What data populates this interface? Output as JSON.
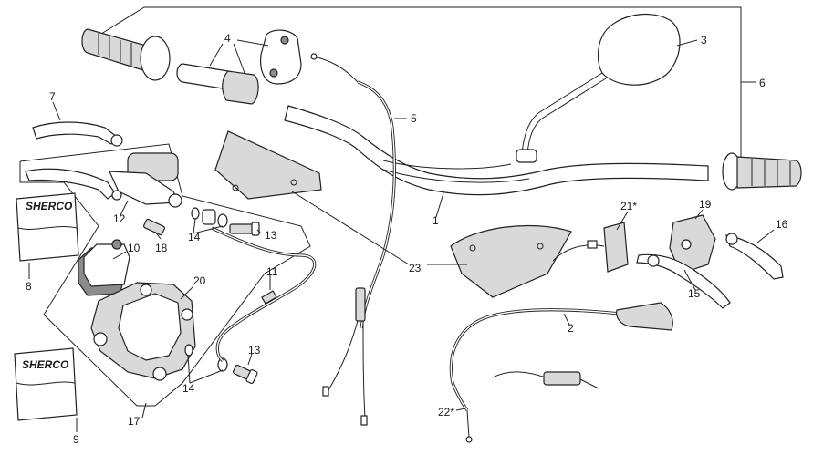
{
  "diagram": {
    "labels": {
      "l1": "1",
      "l2": "2",
      "l3": "3",
      "l4": "4",
      "l5": "5",
      "l6": "6",
      "l7": "7",
      "l8": "8",
      "l9": "9",
      "l10": "10",
      "l11": "11",
      "l12": "12",
      "l13a": "13",
      "l13b": "13",
      "l14a": "14",
      "l14b": "14",
      "l15": "15",
      "l16": "16",
      "l17": "17",
      "l18": "18",
      "l19": "19",
      "l20": "20",
      "l21": "21*",
      "l22": "22*",
      "l23": "23"
    },
    "brand": "SHERCO"
  }
}
